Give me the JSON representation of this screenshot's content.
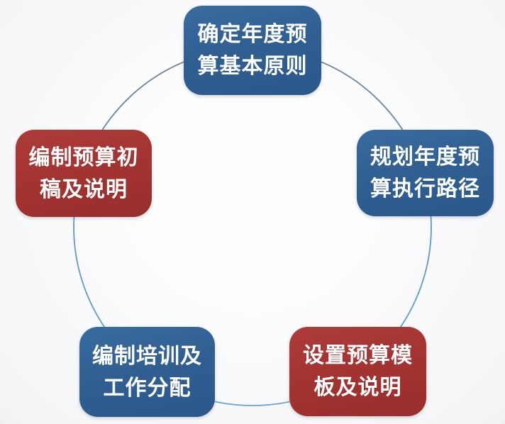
{
  "diagram": {
    "type": "cycle",
    "node_count": 5,
    "connector": {
      "shape": "circle",
      "color_top": "#6e8496",
      "color_bottom": "#5b9bd5"
    },
    "colors": {
      "node_blue": "#305F91",
      "node_red": "#A33431",
      "text": "#FFFFFF",
      "background": "#FBFBFC"
    }
  },
  "nodes": [
    {
      "position": "top",
      "color_name": "blue",
      "color": "#305F91",
      "lines": [
        "确定年度预",
        "算基本原则"
      ],
      "text": "确定年度预算基本原则"
    },
    {
      "position": "right",
      "color_name": "blue",
      "color": "#305F91",
      "lines": [
        "规划年度预",
        "算执行路径"
      ],
      "text": "规划年度预算执行路径"
    },
    {
      "position": "bottom-right",
      "color_name": "red",
      "color": "#A33431",
      "lines": [
        "设置预算模",
        "板及说明"
      ],
      "text": "设置预算模板及说明"
    },
    {
      "position": "bottom-left",
      "color_name": "blue",
      "color": "#305F91",
      "lines": [
        "编制培训及",
        "工作分配"
      ],
      "text": "编制培训及工作分配"
    },
    {
      "position": "left",
      "color_name": "red",
      "color": "#A33431",
      "lines": [
        "编制预算初",
        "稿及说明"
      ],
      "text": "编制预算初稿及说明"
    }
  ]
}
